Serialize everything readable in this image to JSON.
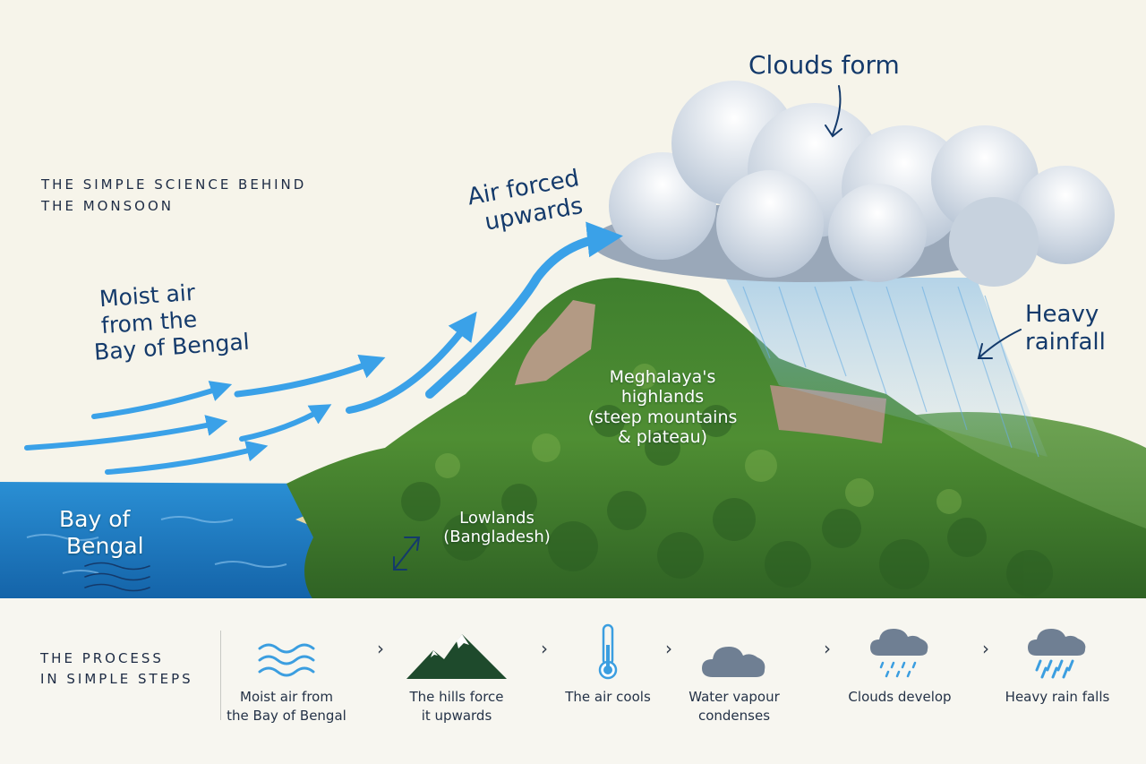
{
  "title": {
    "line1": "THE SIMPLE SCIENCE BEHIND",
    "line2": "THE MONSOON"
  },
  "labels": {
    "clouds_form": "Clouds form",
    "air_forced_line1": "Air forced",
    "air_forced_line2": "upwards",
    "moist_line1": "Moist air",
    "moist_line2": "from the",
    "moist_line3": "Bay of Bengal",
    "heavy_line1": "Heavy",
    "heavy_line2": "rainfall",
    "highlands_line1": "Meghalaya's",
    "highlands_line2": "highlands",
    "highlands_line3": "(steep mountains",
    "highlands_line4": "& plateau)",
    "lowlands_line1": "Lowlands",
    "lowlands_line2": "(Bangladesh)",
    "bay_line1": "Bay of",
    "bay_line2": "Bengal"
  },
  "process": {
    "title_line1": "THE PROCESS",
    "title_line2": "IN SIMPLE STEPS",
    "steps": [
      {
        "line1": "Moist air from",
        "line2": "the Bay of Bengal",
        "icon": "waves-icon"
      },
      {
        "line1": "The hills force",
        "line2": "it upwards",
        "icon": "mountain-icon"
      },
      {
        "line1": "The air cools",
        "line2": "",
        "icon": "thermometer-icon"
      },
      {
        "line1": "Water vapour",
        "line2": "condenses",
        "icon": "cloud-icon"
      },
      {
        "line1": "Clouds develop",
        "line2": "",
        "icon": "drizzle-cloud-icon"
      },
      {
        "line1": "Heavy rain falls",
        "line2": "",
        "icon": "rain-cloud-icon"
      }
    ],
    "chevron": "›"
  },
  "colors": {
    "background": "#f6f4ea",
    "sea": "#1f78bf",
    "arrow": "#3aa1e8",
    "hill_dark": "#2e6b2a",
    "hill_light": "#5e9a3c",
    "text_dark": "#143a6b",
    "icon_blue": "#3b9ee0",
    "icon_gray": "#6f7f93"
  }
}
